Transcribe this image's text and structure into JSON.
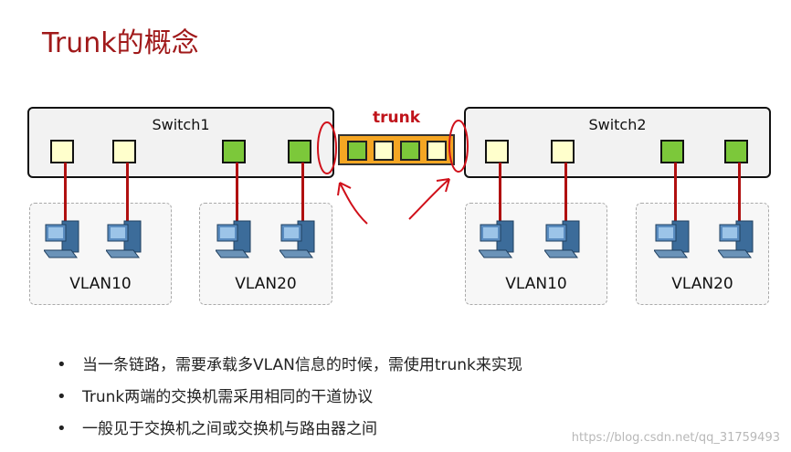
{
  "title": "Trunk的概念",
  "trunk_label": "trunk",
  "switches": [
    {
      "name": "Switch1"
    },
    {
      "name": "Switch2"
    }
  ],
  "groups": [
    {
      "label": "VLAN10"
    },
    {
      "label": "VLAN20"
    },
    {
      "label": "VLAN10"
    },
    {
      "label": "VLAN20"
    }
  ],
  "colors": {
    "title": "#a0191a",
    "vlan10_port": "#ffffcc",
    "vlan20_port": "#7cc83a",
    "trunk_link": "#f5a623",
    "wire": "#b01010",
    "annotation": "#d0101a"
  },
  "bullets": [
    "当一条链路，需要承载多VLAN信息的时候，需使用trunk来实现",
    "Trunk两端的交换机需采用相同的干道协议",
    "一般见于交换机之间或交换机与路由器之间"
  ],
  "watermark": "https://blog.csdn.net/qq_31759493"
}
